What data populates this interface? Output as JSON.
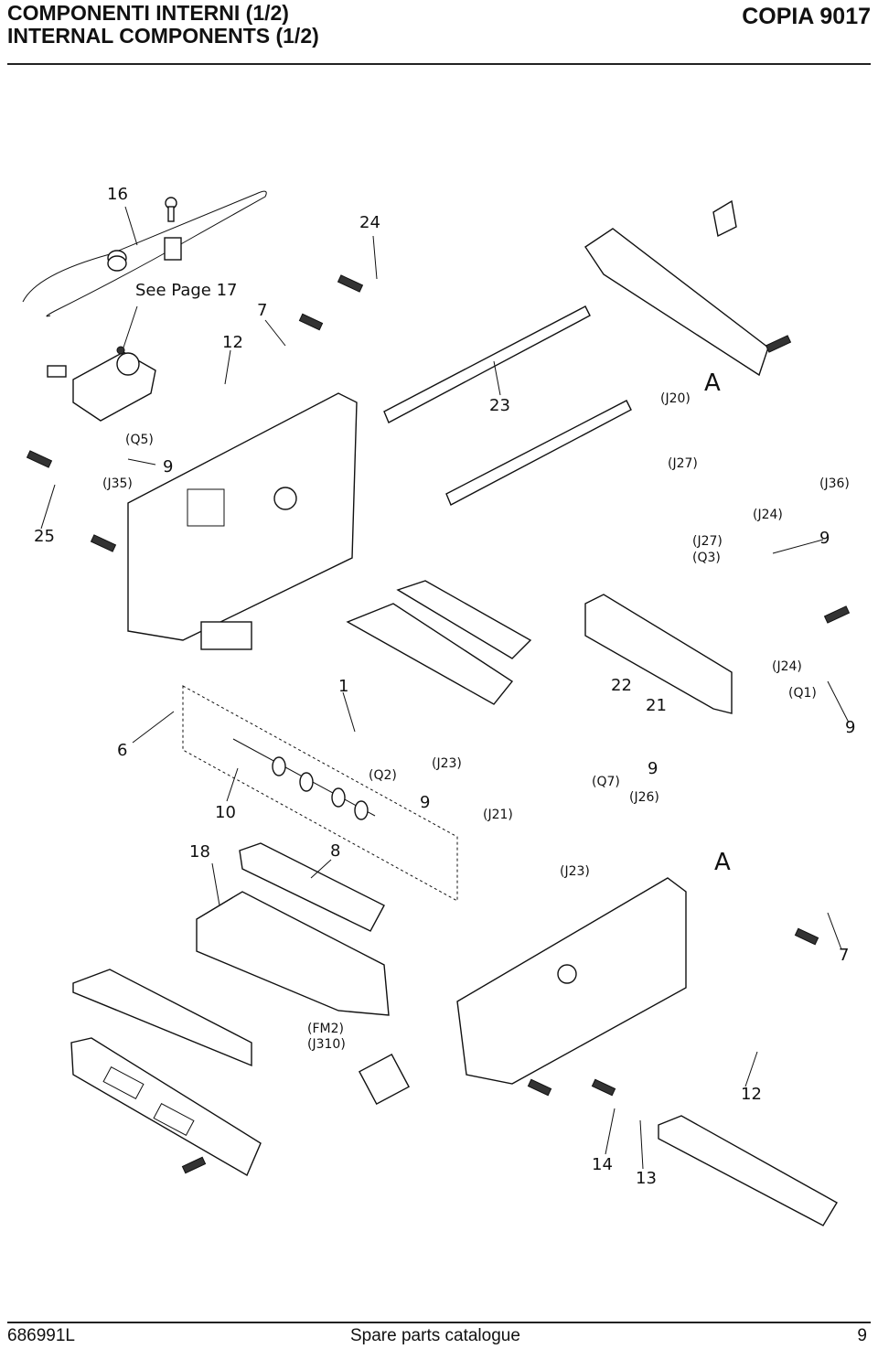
{
  "header": {
    "title_it": "COMPONENTI INTERNI  (1/2)",
    "title_en": "INTERNAL COMPONENTS  (1/2)",
    "model": "COPIA 9017"
  },
  "diagram": {
    "note": "See Page 17",
    "callouts": [
      "16",
      "24",
      "7",
      "12",
      "23",
      "9",
      "25",
      "1",
      "22",
      "21",
      "6",
      "10",
      "18",
      "8",
      "14",
      "13",
      "9",
      "9",
      "9",
      "9",
      "7",
      "12"
    ],
    "connectors": [
      "(Q5)",
      "(J35)",
      "(J20)",
      "(J27)",
      "(J36)",
      "(J24)",
      "(J27)",
      "(Q3)",
      "(J24)",
      "(Q1)",
      "(Q2)",
      "(J23)",
      "(Q7)",
      "(J26)",
      "(J21)",
      "(J23)",
      "(FM2)",
      "(J310)"
    ],
    "section_marks": [
      "A",
      "A"
    ]
  },
  "footer": {
    "code": "686991L",
    "caption": "Spare parts catalogue",
    "page": "9"
  }
}
